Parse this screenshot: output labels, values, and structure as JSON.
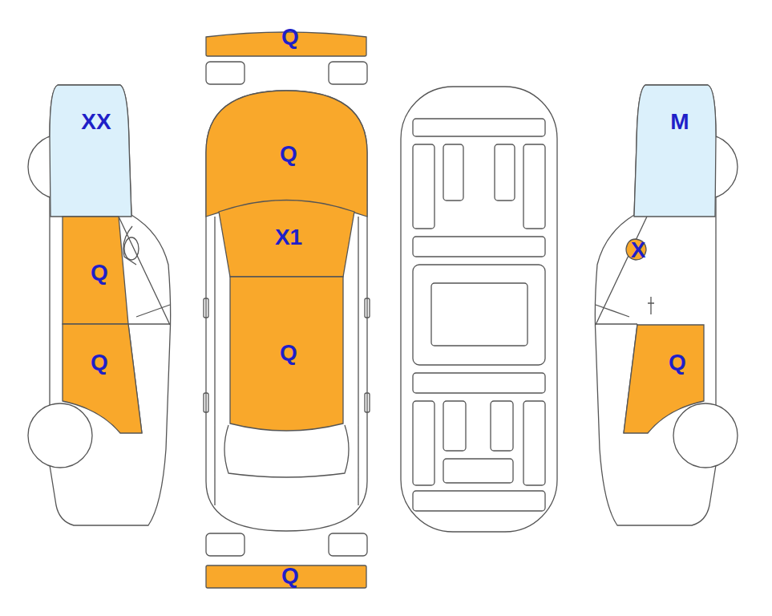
{
  "diagram": {
    "nodes": [
      {
        "text": [
          "Q"
        ]
      },
      {
        "text": [
          "XX"
        ]
      },
      {
        "text": [
          "Q"
        ]
      },
      {
        "text": [
          "M"
        ]
      },
      {
        "text": [
          "X1"
        ]
      },
      {
        "text": [
          "X"
        ]
      },
      {
        "text": [
          "Q"
        ]
      },
      {
        "text": [
          "Q"
        ]
      },
      {
        "text": [
          "Q"
        ]
      },
      {
        "text": [
          "Q"
        ]
      },
      {
        "text": [
          "Q"
        ]
      }
    ]
  }
}
